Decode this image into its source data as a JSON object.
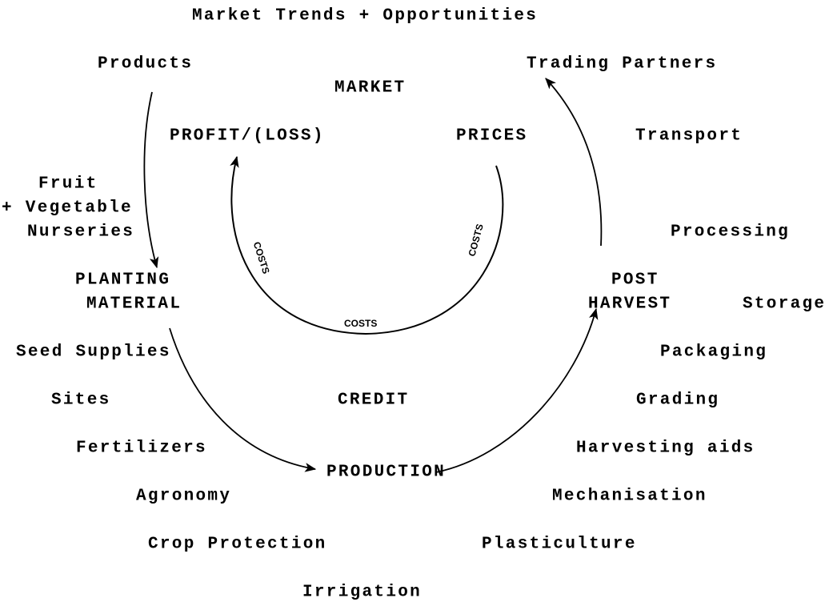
{
  "title": "Market Trends + Opportunities",
  "center": {
    "market": "MARKET",
    "profit": "PROFIT/(LOSS)",
    "prices": "PRICES",
    "credit": "CREDIT",
    "costs": [
      "COSTS",
      "COSTS",
      "COSTS"
    ]
  },
  "stages": {
    "planting": [
      "PLANTING",
      "MATERIAL"
    ],
    "production": "PRODUCTION",
    "post_harvest": [
      "POST",
      "HARVEST"
    ]
  },
  "left_items": {
    "products": "Products",
    "nurseries": [
      "Fruit",
      "+ Vegetable",
      "Nurseries"
    ],
    "inputs": [
      "Seed Supplies",
      "Sites",
      "Fertilizers",
      "Agronomy",
      "Crop Protection",
      "Irrigation"
    ]
  },
  "right_items": {
    "trading": "Trading Partners",
    "post": [
      "Transport",
      "Processing",
      "Storage",
      "Packaging",
      "Grading",
      "Harvesting aids",
      "Mechanisation",
      "Plasticulture"
    ]
  },
  "colors": {
    "ink": "#000000",
    "background": "#ffffff"
  }
}
